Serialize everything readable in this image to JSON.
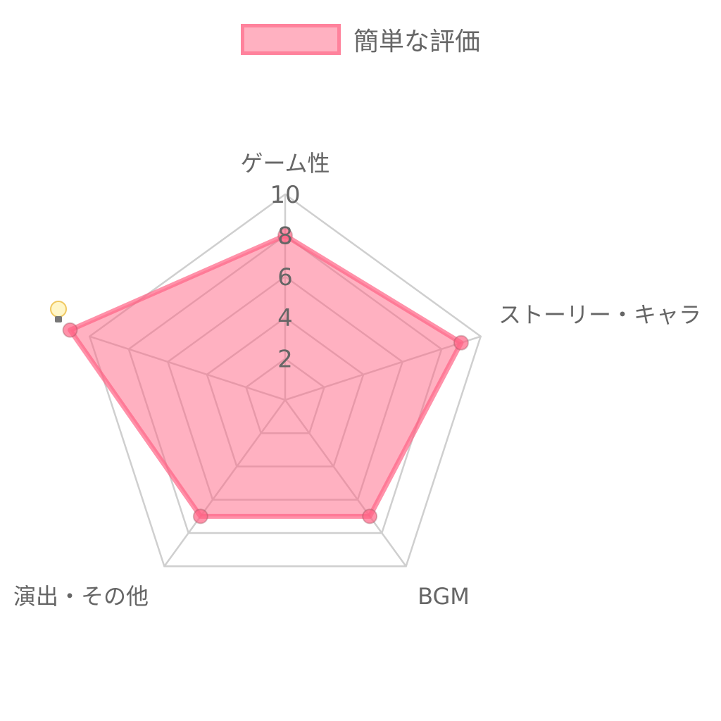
{
  "chart_data": {
    "type": "radar",
    "labels": [
      "ゲーム性",
      "ストーリー・キャラ",
      "BGM",
      "演出・その他",
      ""
    ],
    "series": [
      {
        "name": "簡単な評価",
        "values": [
          8,
          9,
          7,
          7,
          11
        ]
      }
    ],
    "rlim": [
      0,
      10
    ],
    "ticks": [
      "2",
      "4",
      "6",
      "8",
      "10"
    ],
    "legend_position": "top",
    "grid": true,
    "fill_color": "#ff6384",
    "extra_icon": "lightbulb-icon"
  }
}
